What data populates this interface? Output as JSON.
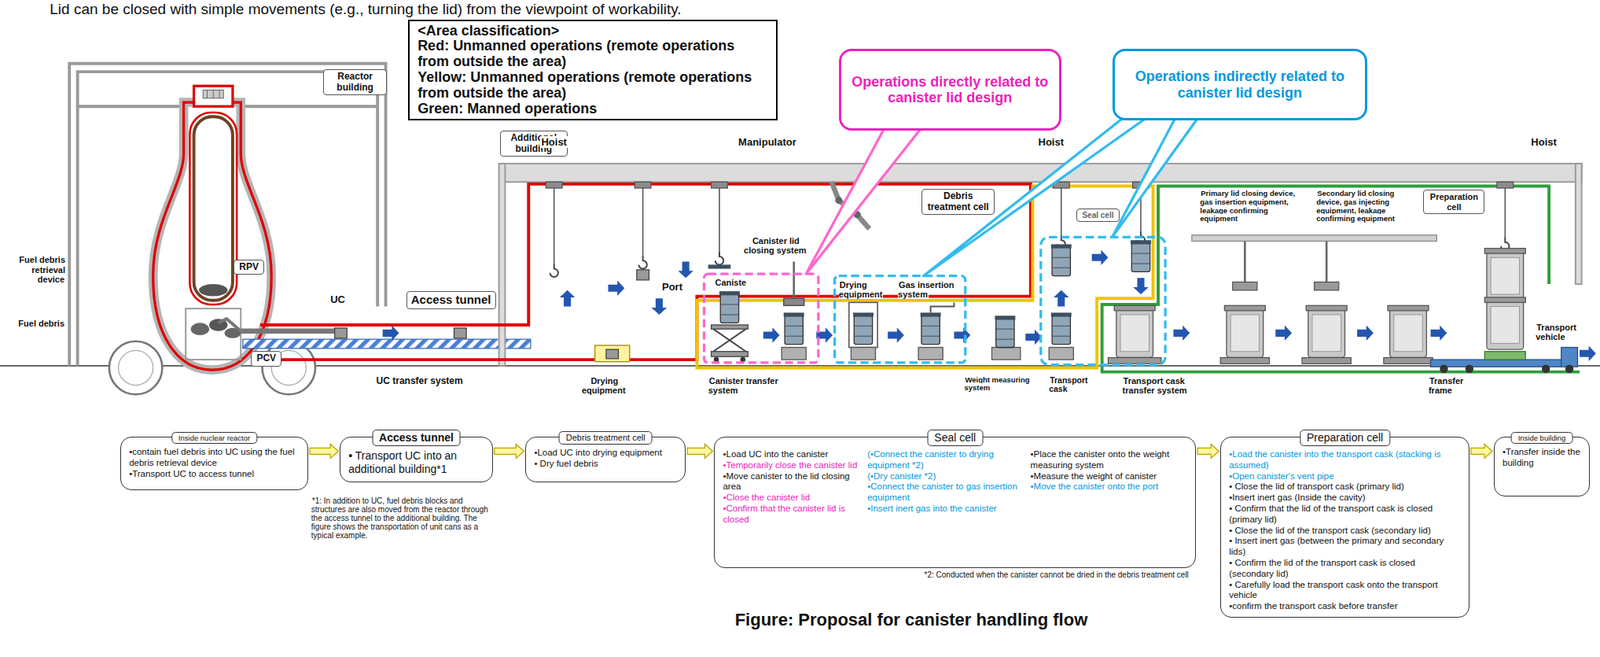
{
  "diagram": {
    "caption": "Figure: Proposal for canister handling flow",
    "nodes": [
      {
        "text": [
          "<Area classification>",
          "Red: Unmanned operations (remote operations from outside the area)",
          "Yellow: Unmanned operations (remote operations from outside the area)",
          "Green: Manned operations"
        ]
      },
      {
        "text": [
          "Operations directly related to canister lid design"
        ]
      },
      {
        "text": [
          "Operations indirectly related to canister lid design"
        ]
      },
      {
        "text": [
          "Reactor building"
        ]
      },
      {
        "text": [
          "Additional building"
        ]
      },
      {
        "text": [
          "RPV"
        ]
      },
      {
        "text": [
          "PCV"
        ]
      },
      {
        "text": [
          "Access tunnel"
        ]
      },
      {
        "text": [
          "Debris treatment cell"
        ]
      },
      {
        "text": [
          "Seal cell"
        ]
      },
      {
        "text": [
          "Preparation cell"
        ]
      },
      {
        "text": [
          "Inside nuclear reactor",
          "•contain fuel debris into UC using the fuel debris retrieval device",
          "•Transport UC to access tunnel"
        ]
      },
      {
        "text": [
          "Access tunnel",
          "• Transport UC into an additional building*1"
        ]
      },
      {
        "text": [
          "Debris treatment cell",
          "•Load UC into drying equipment",
          "• Dry fuel debris"
        ]
      },
      {
        "text": [
          "Seal cell",
          "•Load UC into the canister",
          "•Temporarily close the canister lid",
          "•Move canister to the lid closing area",
          "•Close the canister lid",
          "•Confirm that the canister lid is closed",
          "(•Connect the canister to drying equipment *2)",
          "(•Dry canister *2)",
          "•Connect the canister to gas insertion equipment",
          "•Insert inert gas into the canister",
          "•Place the canister onto the weight measuring system",
          "•Measure the weight of canister",
          "•Move the canister onto the port"
        ]
      },
      {
        "text": [
          "Preparation cell",
          "•Load the canister into the transport cask (stacking is assumed)",
          "•Open canister's vent pipe",
          "• Close the lid of transport cask (primary lid)",
          "•Insert inert gas (Inside the cavity)",
          "• Confirm that the lid of the transport cask is closed (primary lid)",
          "• Close the lid of the transport cask (secondary lid)",
          "• Insert inert gas (between the primary and secondary lids)",
          "• Confirm the lid of the transport cask is closed (secondary lid)",
          "• Carefully load the transport cask onto the transport vehicle",
          "•confirm the transport cask before transfer"
        ]
      },
      {
        "text": [
          "Inside building",
          "•Transfer inside the building"
        ]
      }
    ],
    "edges": [
      {
        "from": 11,
        "to": 12,
        "arrow": "to"
      },
      {
        "from": 12,
        "to": 13,
        "arrow": "to"
      },
      {
        "from": 13,
        "to": 14,
        "arrow": "to"
      },
      {
        "from": 14,
        "to": 15,
        "arrow": "to"
      },
      {
        "from": 15,
        "to": 16,
        "arrow": "to"
      }
    ],
    "labels": [
      "Lid can be closed with simple movements (e.g., turning the lid) from the viewpoint of workability.",
      "Hoist",
      "Manipulator",
      "Hoist",
      "Hoist",
      "Primary lid closing device, gas insertion equipment, leakage confirming equipment",
      "Secondary lid closing device, gas injecting equipment, leakage confirming equipment",
      "Fuel debris retrieval device",
      "Canister lid closing system",
      "Caniste",
      "Port",
      "Drying equipment",
      "Gas insertion system",
      "UC",
      "Fuel debris",
      "UC transfer system",
      "Drying equipment",
      "Canister transfer system",
      "Weight measuring system",
      "Transport cask",
      "Transport cask transfer system",
      "Transport vehicle",
      "Transfer frame",
      "*1: In addition to UC, fuel debris blocks and structures are also moved from the reactor through the access tunnel to the additional building. The figure shows the transportation of unit cans as a typical example.",
      "*2: Conducted when the canister cannot be dried in the debris treatment cell"
    ]
  }
}
